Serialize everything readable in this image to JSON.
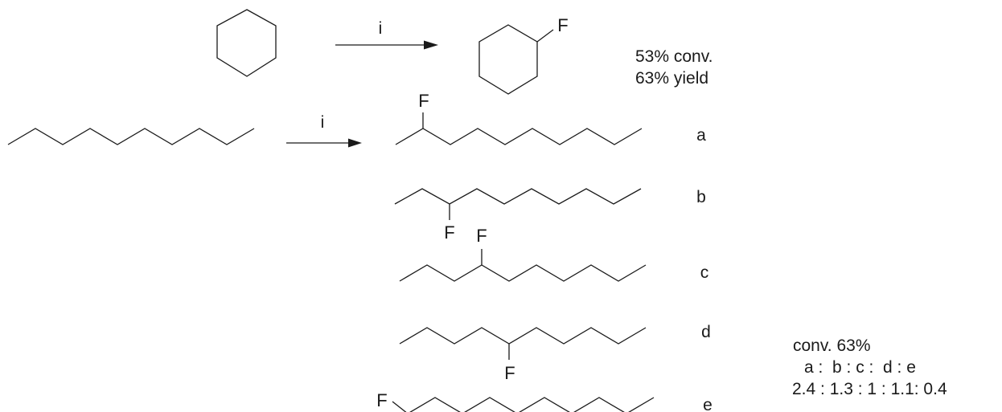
{
  "reagent_label": "i",
  "atom_label": "F",
  "reaction1": {
    "conversion": "53% conv.",
    "yield": "63% yield"
  },
  "reaction2": {
    "products": [
      {
        "id": "a",
        "label": "a"
      },
      {
        "id": "b",
        "label": "b"
      },
      {
        "id": "c",
        "label": "c"
      },
      {
        "id": "d",
        "label": "d"
      },
      {
        "id": "e",
        "label": "e"
      }
    ],
    "conversion": "conv. 63%",
    "ratio_header": "a :  b : c :  d : e",
    "ratio_values": "2.4 : 1.3 : 1 : 1.1: 0.4"
  },
  "colors": {
    "ink": "#1a1a1a",
    "background": "#ffffff"
  }
}
